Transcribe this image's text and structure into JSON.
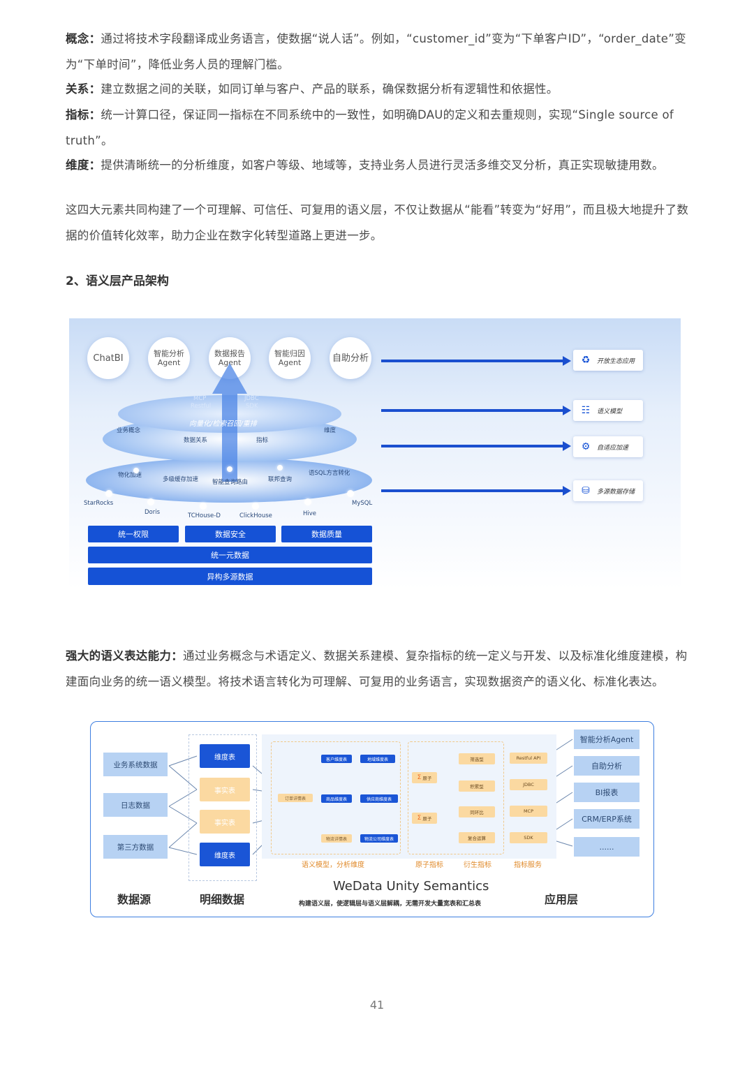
{
  "paragraphs": {
    "concept_label": "概念：",
    "concept_text": "通过将技术字段翻译成业务语言，使数据“说人话”。例如，“customer_id”变为“下单客户ID”，“order_date”变为“下单时间”，降低业务人员的理解门槛。",
    "relation_label": "关系：",
    "relation_text": "建立数据之间的关联，如同订单与客户、产品的联系，确保数据分析有逻辑性和依据性。",
    "metric_label": "指标：",
    "metric_text": "统一计算口径，保证同一指标在不同系统中的一致性，如明确DAU的定义和去重规则，实现“Single source of truth”。",
    "dimension_label": "维度：",
    "dimension_text": "提供清晰统一的分析维度，如客户等级、地域等，支持业务人员进行灵活多维交叉分析，真正实现敏捷用数。",
    "summary": "这四大元素共同构建了一个可理解、可信任、可复用的语义层，不仅让数据从“能看”转变为“好用”，而且极大地提升了数据的价值转化效率，助力企业在数字化转型道路上更进一步。",
    "section_title": "2、语义层产品架构",
    "express_label": "强大的语义表达能力：",
    "express_text": "通过业务概念与术语定义、数据关系建模、复杂指标的统一定义与开发、以及标准化维度建模，构建面向业务的统一语义模型。将技术语言转化为可理解、可复用的业务语言，实现数据资产的语义化、标准化表达。"
  },
  "fig1": {
    "circles": [
      {
        "l1": "ChatBI",
        "l2": ""
      },
      {
        "l1": "智能分析",
        "l2": "Agent"
      },
      {
        "l1": "数据报告",
        "l2": "Agent"
      },
      {
        "l1": "智能归因",
        "l2": "Agent"
      },
      {
        "l1": "自助分析",
        "l2": ""
      }
    ],
    "top_layer": {
      "mcp": "MCP",
      "restful": "Restful",
      "jdbc": "JDBC",
      "sdk": "SDK",
      "vector": "向量化/检索召回/重排"
    },
    "mid_layer": {
      "concept": "业务概念",
      "relation": "数据关系",
      "metric": "指标",
      "dimension": "维度"
    },
    "low_layer": {
      "materialize": "物化加速",
      "cache": "多级缓存加速",
      "routing": "智能查询路由",
      "federated": "联邦查询",
      "dialect": "语SQL方言转化"
    },
    "engines": [
      "StarRocks",
      "Doris",
      "TCHouse-D",
      "ClickHouse",
      "Hive",
      "MySQL"
    ],
    "bars": {
      "perm": "统一权限",
      "security": "数据安全",
      "quality": "数据质量",
      "meta": "统一元数据",
      "multi": "异构多源数据"
    },
    "right": [
      "开放生态应用",
      "语义模型",
      "自适应加速",
      "多源数据存储"
    ]
  },
  "fig2": {
    "sources": [
      "业务系统数据",
      "日志数据",
      "第三方数据"
    ],
    "details": [
      "维度表",
      "事实表",
      "事实表",
      "维度表"
    ],
    "model_tables": {
      "order": "订单详情表",
      "customer": "客户维度表",
      "region": "地域维度表",
      "product": "商品维度表",
      "supplier": "供应商维度表",
      "logistics": "物流详情表",
      "company": "物流公司维度表"
    },
    "atomic": [
      "原子",
      "原子"
    ],
    "derived": [
      "筛选型",
      "积累型",
      "同环比",
      "复合运算"
    ],
    "services": [
      "Restful API",
      "JDBC",
      "MCP",
      "SDK"
    ],
    "captions": {
      "model": "语义模型，分析维度",
      "atomic": "原子指标",
      "derived": "衍生指标",
      "service": "指标服务"
    },
    "apps": [
      "智能分析Agent",
      "自助分析",
      "BI报表",
      "CRM/ERP系统",
      "......"
    ],
    "bottom": {
      "source": "数据源",
      "detail": "明细数据",
      "title": "WeData Unity Semantics",
      "subtitle": "构建语义层，使逻辑层与语义层解耦，无需开发大量宽表和汇总表",
      "app": "应用层"
    }
  },
  "page_number": "41"
}
